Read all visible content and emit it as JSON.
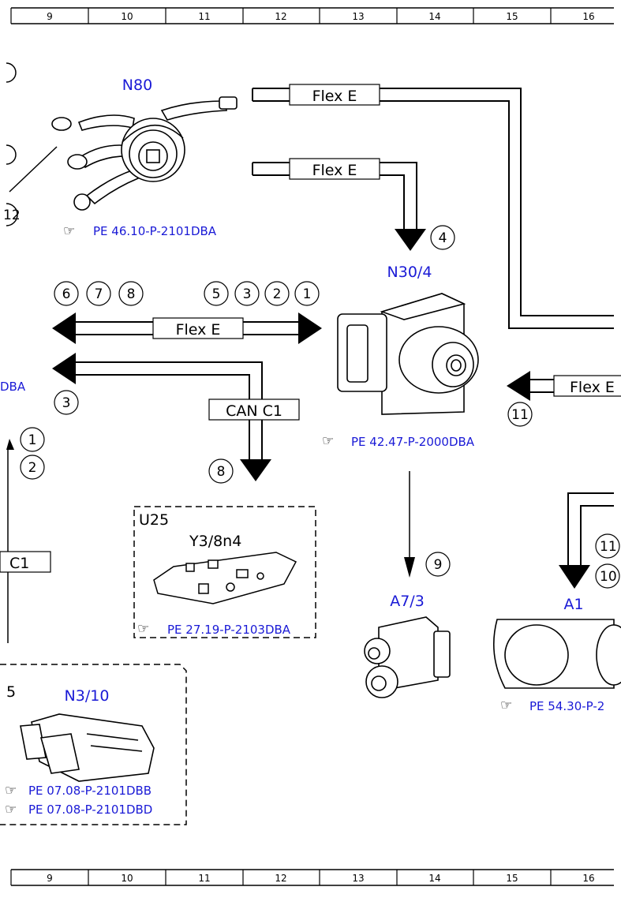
{
  "ruler_top": [
    "9",
    "10",
    "11",
    "12",
    "13",
    "14",
    "15",
    "16"
  ],
  "ruler_bottom": [
    "9",
    "10",
    "11",
    "12",
    "13",
    "14",
    "15",
    "16"
  ],
  "components": {
    "n80": {
      "label": "N80",
      "ref": "PE 46.10-P-2101DBA"
    },
    "n30_4": {
      "label": "N30/4",
      "ref": "PE 42.47-P-2000DBA"
    },
    "u25": {
      "label": "U25",
      "sub": "Y3/8n4",
      "ref": "PE 27.19-P-2103DBA"
    },
    "a7_3": {
      "label": "A7/3"
    },
    "a1": {
      "label": "A1",
      "ref": "PE 54.30-P-2"
    },
    "n3_10": {
      "label": "N3/10",
      "prefix": "5",
      "ref1": "PE 07.08-P-2101DBB",
      "ref2": "PE 07.08-P-2101DBD"
    }
  },
  "wires": {
    "flex_e_1": "Flex E",
    "flex_e_2": "Flex E",
    "flex_e_3": "Flex E",
    "flex_e_4": "Flex E",
    "can_c1": "CAN C1",
    "c1_left": "C1"
  },
  "partial_left": {
    "dba": "DBA"
  },
  "circle_numbers": {
    "left_top": [
      "6",
      "7",
      "8"
    ],
    "right_top": [
      "5",
      "3",
      "2",
      "1"
    ],
    "can_left": "3",
    "can_down": "8",
    "n30_in": "4",
    "flex_right": "11",
    "a7_in": "9",
    "left_mid": [
      "1",
      "2"
    ],
    "a1_in": [
      "11",
      "10"
    ],
    "left_edge": [
      "12"
    ]
  }
}
